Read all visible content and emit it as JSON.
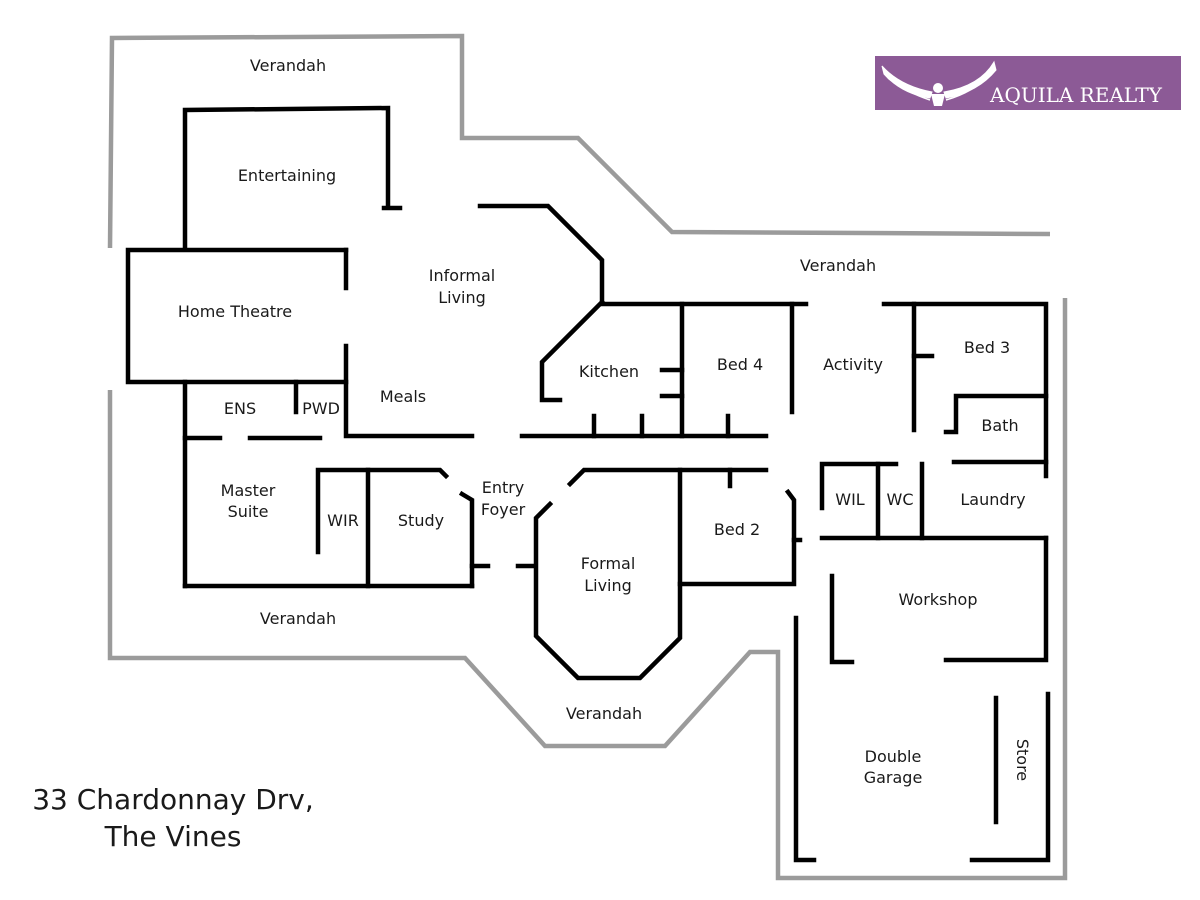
{
  "colors": {
    "walls": "#000000",
    "verandah_outline": "#9b9b9b",
    "logo_background": "#8c5a96",
    "logo_foreground": "#ffffff"
  },
  "logo": {
    "text": "AQUILA REALTY",
    "icon": "eagle-icon"
  },
  "address": {
    "line1": "33 Chardonnay Drv,",
    "line2": "The Vines"
  },
  "rooms": {
    "verandah_top": "Verandah",
    "entertaining": "Entertaining",
    "home_theatre": "Home Theatre",
    "informal_living_1": "Informal",
    "informal_living_2": "Living",
    "verandah_right": "Verandah",
    "kitchen": "Kitchen",
    "bed4": "Bed 4",
    "activity": "Activity",
    "bed3": "Bed 3",
    "bath": "Bath",
    "ens": "ENS",
    "pwd": "PWD",
    "meals": "Meals",
    "master_1": "Master",
    "master_2": "Suite",
    "wir": "WIR",
    "study": "Study",
    "entry_1": "Entry",
    "entry_2": "Foyer",
    "formal_1": "Formal",
    "formal_2": "Living",
    "bed2": "Bed 2",
    "wil": "WIL",
    "wc": "WC",
    "laundry": "Laundry",
    "workshop": "Workshop",
    "verandah_bottom_left": "Verandah",
    "verandah_bottom": "Verandah",
    "garage_1": "Double",
    "garage_2": "Garage",
    "store": "Store"
  }
}
